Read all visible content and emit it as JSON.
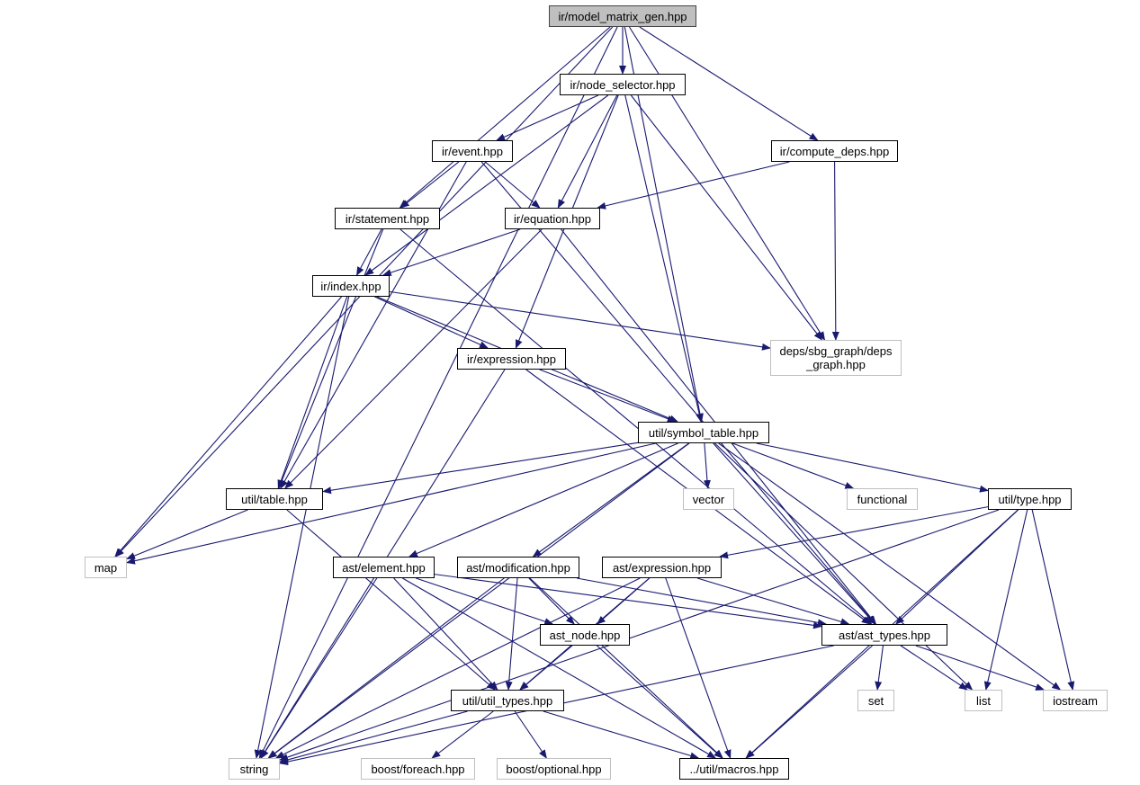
{
  "colors": {
    "edge": "#191970",
    "root_fill": "#bfbfbf",
    "project_border": "#000000",
    "system_border": "#bfbfbf"
  },
  "nodes": {
    "root": "ir/model_matrix_gen.hpp",
    "node_selector": "ir/node_selector.hpp",
    "event": "ir/event.hpp",
    "compute_deps": "ir/compute_deps.hpp",
    "statement": "ir/statement.hpp",
    "equation": "ir/equation.hpp",
    "index": "ir/index.hpp",
    "deps_graph": "deps/sbg_graph/deps\n_graph.hpp",
    "expression": "ir/expression.hpp",
    "symbol_table": "util/symbol_table.hpp",
    "table": "util/table.hpp",
    "vector": "vector",
    "functional": "functional",
    "type": "util/type.hpp",
    "map": "map",
    "element": "ast/element.hpp",
    "modification": "ast/modification.hpp",
    "ast_expression": "ast/expression.hpp",
    "ast_node": "ast_node.hpp",
    "ast_types": "ast/ast_types.hpp",
    "set": "set",
    "list": "list",
    "iostream": "iostream",
    "util_types": "util/util_types.hpp",
    "string": "string",
    "boost_foreach": "boost/foreach.hpp",
    "boost_optional": "boost/optional.hpp",
    "macros": "../util/macros.hpp"
  },
  "edges": [
    [
      "root",
      "node_selector"
    ],
    [
      "root",
      "statement"
    ],
    [
      "root",
      "compute_deps"
    ],
    [
      "root",
      "deps_graph"
    ],
    [
      "root",
      "symbol_table"
    ],
    [
      "root",
      "map"
    ],
    [
      "root",
      "string"
    ],
    [
      "node_selector",
      "event"
    ],
    [
      "node_selector",
      "equation"
    ],
    [
      "node_selector",
      "index"
    ],
    [
      "node_selector",
      "deps_graph"
    ],
    [
      "node_selector",
      "expression"
    ],
    [
      "node_selector",
      "symbol_table"
    ],
    [
      "event",
      "statement"
    ],
    [
      "event",
      "equation"
    ],
    [
      "event",
      "table"
    ],
    [
      "event",
      "ast_types"
    ],
    [
      "compute_deps",
      "equation"
    ],
    [
      "compute_deps",
      "deps_graph"
    ],
    [
      "statement",
      "index"
    ],
    [
      "statement",
      "table"
    ],
    [
      "statement",
      "ast_types"
    ],
    [
      "equation",
      "index"
    ],
    [
      "equation",
      "table"
    ],
    [
      "equation",
      "ast_types"
    ],
    [
      "index",
      "expression"
    ],
    [
      "index",
      "deps_graph"
    ],
    [
      "index",
      "symbol_table"
    ],
    [
      "index",
      "table"
    ],
    [
      "index",
      "map"
    ],
    [
      "index",
      "string"
    ],
    [
      "expression",
      "symbol_table"
    ],
    [
      "expression",
      "ast_types"
    ],
    [
      "expression",
      "string"
    ],
    [
      "symbol_table",
      "table"
    ],
    [
      "symbol_table",
      "vector"
    ],
    [
      "symbol_table",
      "functional"
    ],
    [
      "symbol_table",
      "type"
    ],
    [
      "symbol_table",
      "map"
    ],
    [
      "symbol_table",
      "element"
    ],
    [
      "symbol_table",
      "modification"
    ],
    [
      "symbol_table",
      "ast_types"
    ],
    [
      "symbol_table",
      "list"
    ],
    [
      "symbol_table",
      "iostream"
    ],
    [
      "symbol_table",
      "string"
    ],
    [
      "table",
      "map"
    ],
    [
      "table",
      "util_types"
    ],
    [
      "type",
      "ast_expression"
    ],
    [
      "type",
      "ast_types"
    ],
    [
      "type",
      "list"
    ],
    [
      "type",
      "iostream"
    ],
    [
      "type",
      "macros"
    ],
    [
      "type",
      "string"
    ],
    [
      "element",
      "ast_node"
    ],
    [
      "element",
      "util_types"
    ],
    [
      "element",
      "ast_types"
    ],
    [
      "element",
      "macros"
    ],
    [
      "element",
      "string"
    ],
    [
      "modification",
      "ast_node"
    ],
    [
      "modification",
      "util_types"
    ],
    [
      "modification",
      "ast_types"
    ],
    [
      "modification",
      "macros"
    ],
    [
      "modification",
      "string"
    ],
    [
      "ast_expression",
      "ast_node"
    ],
    [
      "ast_expression",
      "util_types"
    ],
    [
      "ast_expression",
      "ast_types"
    ],
    [
      "ast_expression",
      "macros"
    ],
    [
      "ast_expression",
      "string"
    ],
    [
      "ast_node",
      "util_types"
    ],
    [
      "ast_node",
      "macros"
    ],
    [
      "ast_types",
      "set"
    ],
    [
      "ast_types",
      "list"
    ],
    [
      "ast_types",
      "iostream"
    ],
    [
      "ast_types",
      "macros"
    ],
    [
      "ast_types",
      "string"
    ],
    [
      "util_types",
      "string"
    ],
    [
      "util_types",
      "boost_foreach"
    ],
    [
      "util_types",
      "boost_optional"
    ],
    [
      "util_types",
      "macros"
    ]
  ]
}
